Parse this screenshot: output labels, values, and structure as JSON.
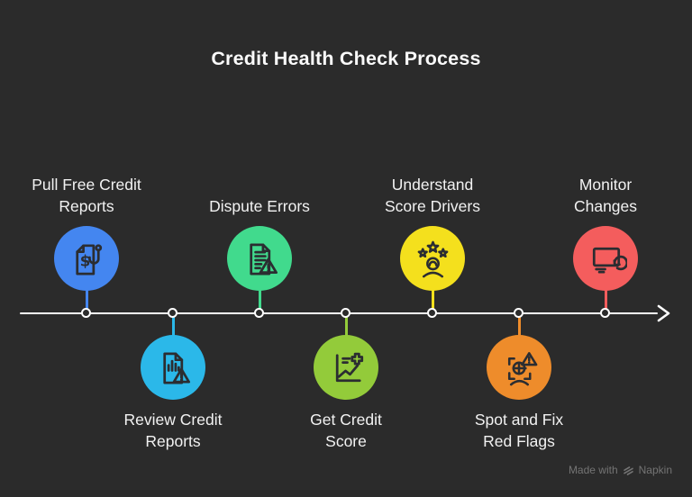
{
  "title": "Credit Health Check Process",
  "background_color": "#2b2b2b",
  "icon_stroke_color": "#2b2d31",
  "timeline": {
    "color": "#ffffff"
  },
  "steps": [
    {
      "label": "Pull Free Credit Reports",
      "label_lines": [
        "Pull Free Credit",
        "Reports"
      ],
      "color": "#4486f0",
      "icon": "document-dollar-hook-icon",
      "position": "above"
    },
    {
      "label": "Review Credit Reports",
      "label_lines": [
        "Review Credit",
        "Reports"
      ],
      "color": "#2bb8e9",
      "icon": "document-barchart-warning-icon",
      "position": "below"
    },
    {
      "label": "Dispute Errors",
      "label_lines": [
        "Dispute Errors"
      ],
      "color": "#41da8d",
      "icon": "document-lines-warning-icon",
      "position": "above"
    },
    {
      "label": "Get Credit Score",
      "label_lines": [
        "Get Credit",
        "Score"
      ],
      "color": "#93cb3a",
      "icon": "score-chart-plus-icon",
      "position": "below"
    },
    {
      "label": "Understand Score Drivers",
      "label_lines": [
        "Understand",
        "Score Drivers"
      ],
      "color": "#f4e01d",
      "icon": "stars-person-icon",
      "position": "above"
    },
    {
      "label": "Spot and Fix Red Flags",
      "label_lines": [
        "Spot and Fix",
        "Red Flags"
      ],
      "color": "#ee8c2b",
      "icon": "face-scan-warning-icon",
      "position": "below"
    },
    {
      "label": "Monitor Changes",
      "label_lines": [
        "Monitor",
        "Changes"
      ],
      "color": "#f45d5d",
      "icon": "monitor-refresh-icon",
      "position": "above"
    }
  ],
  "watermark": {
    "prefix": "Made with",
    "brand": "Napkin",
    "color": "#747474"
  }
}
